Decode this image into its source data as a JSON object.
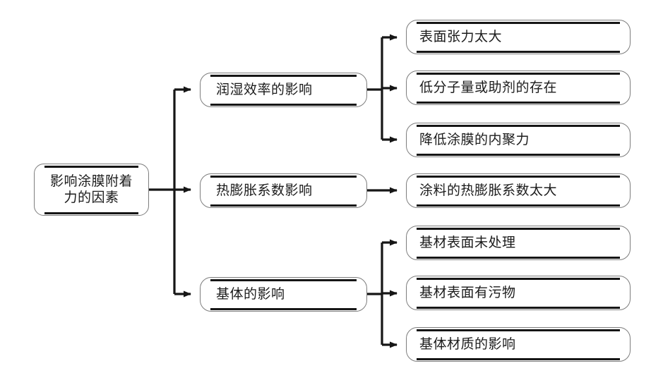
{
  "diagram": {
    "type": "tree-flowchart",
    "orientation": "left-to-right",
    "colors": {
      "background": "#ffffff",
      "box_border": "#7d7d7d",
      "box_bar": "#161616",
      "connector": "#161616",
      "text": "#1b1b1b"
    },
    "root": {
      "id": "root",
      "label": "影响涂膜附着\n力的因素"
    },
    "branches": [
      {
        "id": "branch-wetting",
        "label": "润湿效率的影响",
        "children": [
          {
            "id": "leaf-surface-tension",
            "label": "表面张力太大"
          },
          {
            "id": "leaf-low-molecular",
            "label": "低分子量或助剂的存在"
          },
          {
            "id": "leaf-cohesion",
            "label": "降低涂膜的内聚力"
          }
        ]
      },
      {
        "id": "branch-thermal",
        "label": "热膨胀系数影响",
        "children": [
          {
            "id": "leaf-coating-expansion",
            "label": "涂料的热膨胀系数太大"
          }
        ]
      },
      {
        "id": "branch-substrate",
        "label": "基体的影响",
        "children": [
          {
            "id": "leaf-untreated",
            "label": "基材表面未处理"
          },
          {
            "id": "leaf-contaminant",
            "label": "基材表面有污物"
          },
          {
            "id": "leaf-material",
            "label": "基体材质的影响"
          }
        ]
      }
    ]
  }
}
